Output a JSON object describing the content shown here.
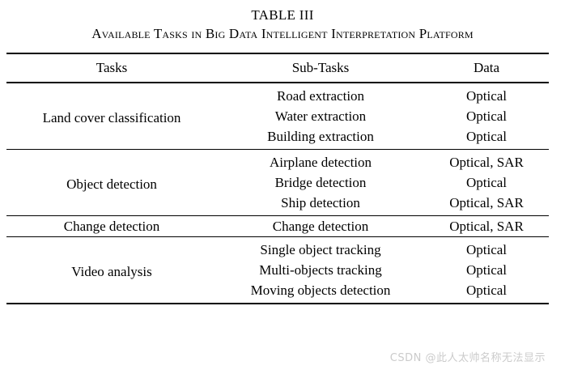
{
  "caption": {
    "number": "TABLE III",
    "title": "Available Tasks in Big Data Intelligent Interpretation Platform"
  },
  "table": {
    "columns": [
      "Tasks",
      "Sub-Tasks",
      "Data"
    ],
    "groups": [
      {
        "task": "Land cover classification",
        "rows": [
          {
            "subtask": "Road extraction",
            "data": "Optical"
          },
          {
            "subtask": "Water extraction",
            "data": "Optical"
          },
          {
            "subtask": "Building extraction",
            "data": "Optical"
          }
        ]
      },
      {
        "task": "Object detection",
        "rows": [
          {
            "subtask": "Airplane detection",
            "data": "Optical, SAR"
          },
          {
            "subtask": "Bridge detection",
            "data": "Optical"
          },
          {
            "subtask": "Ship detection",
            "data": "Optical, SAR"
          }
        ]
      },
      {
        "task": "Change detection",
        "rows": [
          {
            "subtask": "Change detection",
            "data": "Optical, SAR"
          }
        ]
      },
      {
        "task": "Video analysis",
        "rows": [
          {
            "subtask": "Single object tracking",
            "data": "Optical"
          },
          {
            "subtask": "Multi-objects tracking",
            "data": "Optical"
          },
          {
            "subtask": "Moving objects detection",
            "data": "Optical"
          }
        ]
      }
    ]
  },
  "watermark": {
    "text": "CSDN @此人太帅名称无法显示",
    "color": "#cbcbcb"
  }
}
